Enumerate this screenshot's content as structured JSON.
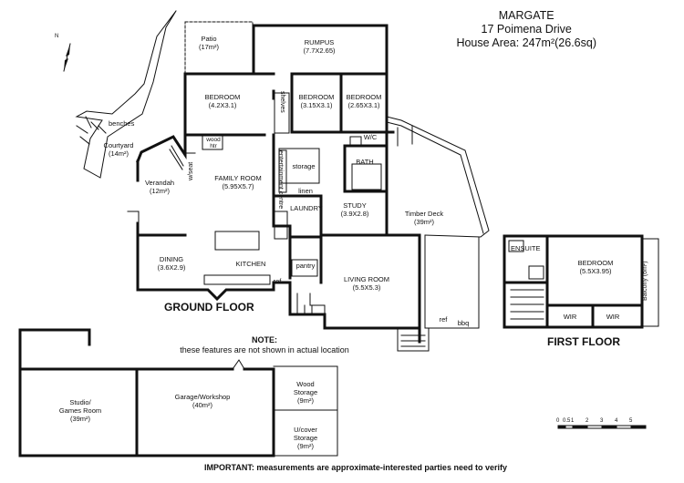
{
  "header": {
    "suburb": "MARGATE",
    "address": "17 Poimena Drive",
    "area": "House Area: 247m²(26.6sq)"
  },
  "floors": {
    "ground": "GROUND FLOOR",
    "first": "FIRST FLOOR"
  },
  "rooms": {
    "patio": {
      "name": "Patio",
      "size": "(17m²)"
    },
    "rumpus": {
      "name": "RUMPUS",
      "size": "(7.7X2.65)"
    },
    "bed1": {
      "name": "BEDROOM",
      "size": "(4.2X3.1)"
    },
    "bed2": {
      "name": "BEDROOM",
      "size": "(3.15X3.1)"
    },
    "bed3": {
      "name": "BEDROOM",
      "size": "(2.65X3.1)"
    },
    "wc": "W/C",
    "bath": "BATH",
    "storage": "storage",
    "linen": "linen",
    "laundry": "LAUNDRY",
    "study": {
      "name": "STUDY",
      "size": "(3.9X2.8)"
    },
    "family": {
      "name": "FAMILY ROOM",
      "size": "(5.95X5.7)"
    },
    "wood_htr": {
      "line1": "wood",
      "line2": "htr"
    },
    "verandah": {
      "name": "Verandah",
      "size": "(12m²)"
    },
    "courtyard": {
      "name": "Courtyard",
      "size": "(14m²)"
    },
    "benches": "benches",
    "wseat": "w/seat",
    "shelves": "shelves",
    "ent_centre": "entertainment centre",
    "dining": {
      "name": "DINING",
      "size": "(3.6X2.9)"
    },
    "kitchen": "KITCHEN",
    "pantry": "pantry",
    "ref": "ref",
    "living": {
      "name": "LIVING ROOM",
      "size": "(5.5X5.3)"
    },
    "timber_deck": {
      "name": "Timber Deck",
      "size": "(39m²)"
    },
    "ref2": "ref",
    "bbq": "bbq",
    "ensuite": "ENSUITE",
    "bed_upper": {
      "name": "BEDROOM",
      "size": "(5.5X3.95)"
    },
    "balcony": "Balcony (6m²)",
    "wir1": "WIR",
    "wir2": "WIR",
    "studio": {
      "line1": "Studio/",
      "line2": "Games Room",
      "size": "(39m²)"
    },
    "garage": {
      "name": "Garage/Workshop",
      "size": "(40m²)"
    },
    "wood_storage": {
      "line1": "Wood",
      "line2": "Storage",
      "size": "(9m²)"
    },
    "ucover": {
      "line1": "U/cover",
      "line2": "Storage",
      "size": "(9m²)"
    }
  },
  "note": {
    "title": "NOTE:",
    "text": "these features are not shown in actual location"
  },
  "important": "IMPORTANT: measurements are approximate-interested parties need to verify",
  "scale_ticks": [
    "0",
    "0.5",
    "1",
    "2",
    "3",
    "4",
    "5"
  ],
  "compass": "N"
}
